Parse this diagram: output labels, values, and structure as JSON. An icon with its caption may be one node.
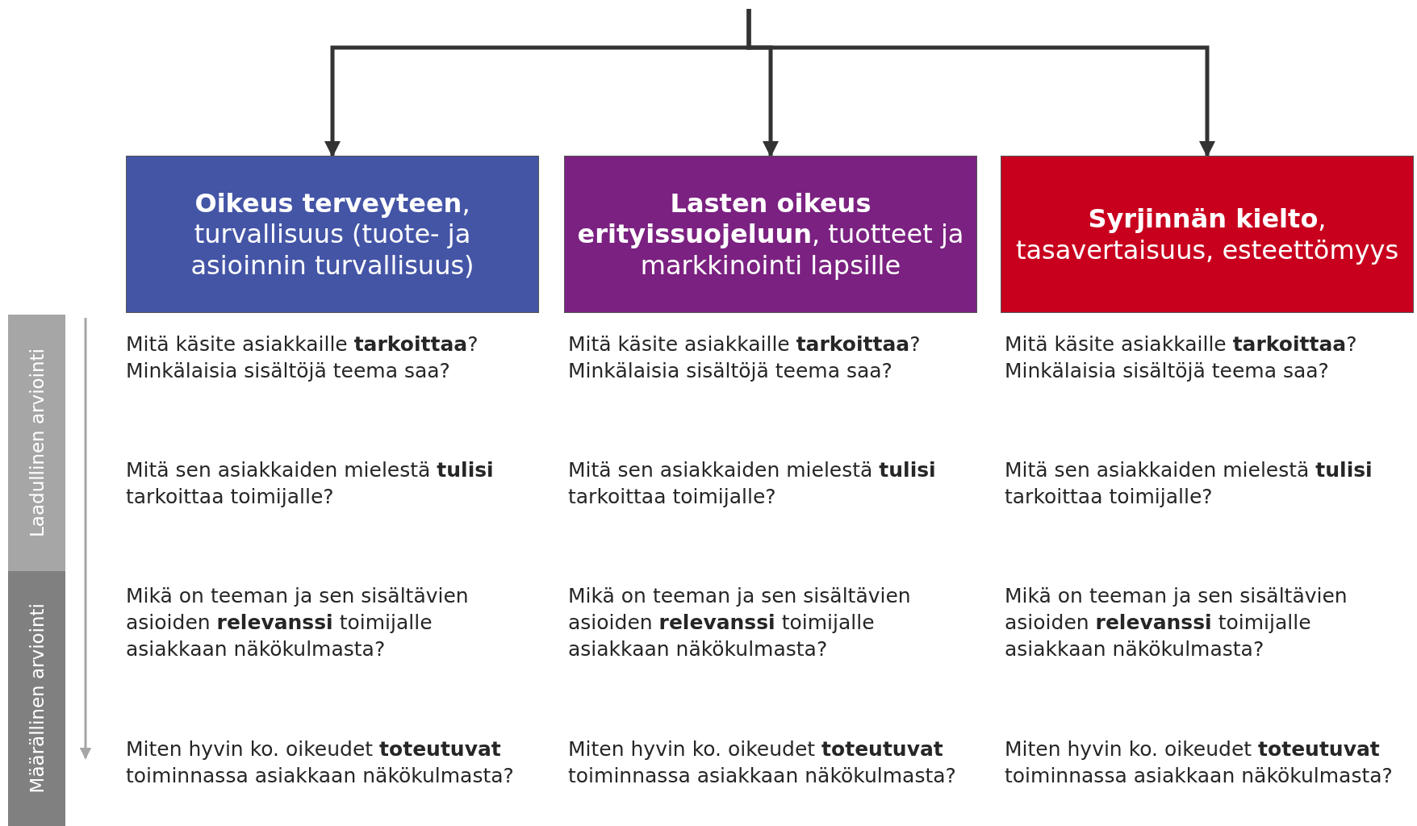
{
  "diagram": {
    "nodes": [
      {
        "text": [
          "**Oikeus terveyteen**, turvallisuus (tuote- ja asioinnin turvallisuus)"
        ]
      },
      {
        "text": [
          "**Lasten oikeus erityissuojeluun**, tuotteet ja markkinointi lapsille"
        ]
      },
      {
        "text": [
          "**Syrjinnän kielto**, tasavertaisuus, esteettömyys"
        ]
      },
      {
        "text": [
          "Laadullinen arviointi"
        ]
      },
      {
        "text": [
          "Määrällinen arviointi"
        ]
      }
    ],
    "edges": [
      {
        "from": null,
        "to": 0,
        "arrow": "to"
      },
      {
        "from": null,
        "to": 1,
        "arrow": "to"
      },
      {
        "from": null,
        "to": 2,
        "arrow": "to"
      }
    ],
    "labels": [
      "Mitä käsite asiakkaille **tarkoittaa**? Minkälaisia sisältöjä teema saa?",
      "Mitä käsite asiakkaille **tarkoittaa**? Minkälaisia sisältöjä teema saa?",
      "Mitä käsite asiakkaille **tarkoittaa**? Minkälaisia sisältöjä teema saa?",
      "Mitä sen asiakkaiden mielestä **tulisi** tarkoittaa toimijalle?",
      "Mitä sen asiakkaiden mielestä **tulisi** tarkoittaa toimijalle?",
      "Mitä sen asiakkaiden mielestä **tulisi** tarkoittaa toimijalle?",
      "Mikä on teeman ja sen sisältävien asioiden **relevanssi** toimijalle asiakkaan näkökulmasta?",
      "Mikä on teeman ja sen sisältävien asioiden **relevanssi** toimijalle asiakkaan näkökulmasta?",
      "Mikä on teeman ja sen sisältävien asioiden **relevanssi** toimijalle asiakkaan näkökulmasta?",
      "Miten hyvin ko. oikeudet **toteutuvat** toiminnassa asiakkaan näkökulmasta?",
      "Miten hyvin ko. oikeudet **toteutuvat** toiminnassa asiakkaan näkökulmasta?",
      "Miten hyvin ko. oikeudet **toteutuvat** toiminnassa asiakkaan näkökulmasta?"
    ]
  }
}
